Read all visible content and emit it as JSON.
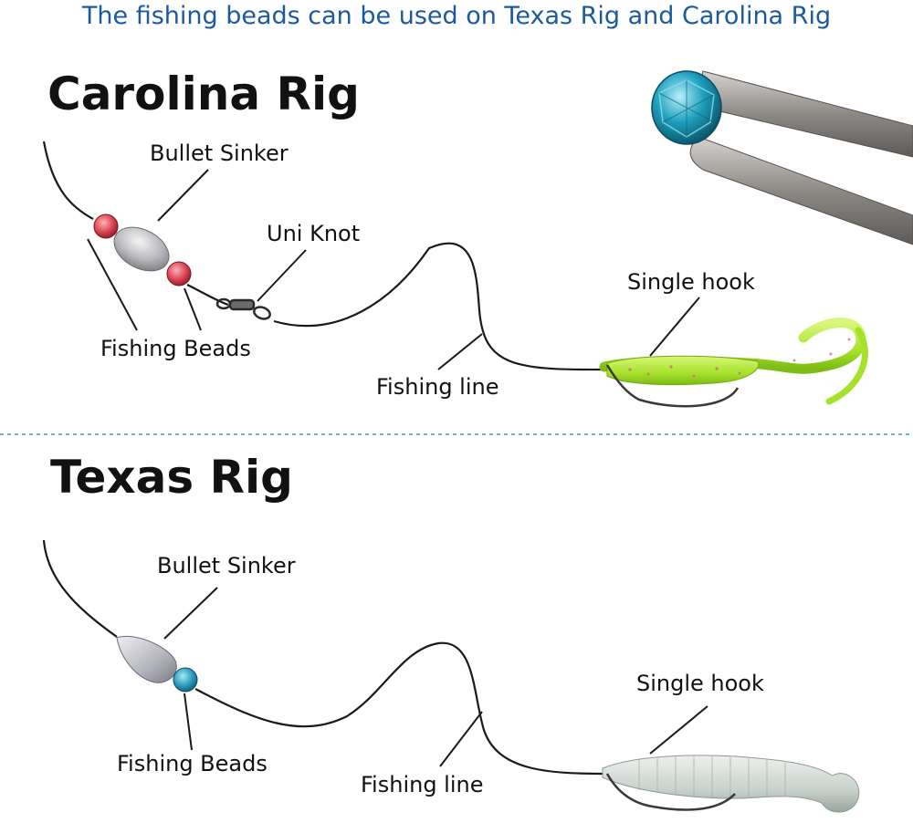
{
  "header": {
    "text": "The fishing beads can be used on Texas Rig and Carolina Rig"
  },
  "carolina": {
    "title": "Carolina Rig",
    "labels": {
      "bullet_sinker": "Bullet Sinker",
      "uni_knot": "Uni Knot",
      "single_hook": "Single hook",
      "fishing_beads": "Fishing Beads",
      "fishing_line": "Fishing line"
    },
    "bead_color": "#d8404e",
    "lure_color": "#a6e22a"
  },
  "texas": {
    "title": "Texas Rig",
    "labels": {
      "bullet_sinker": "Bullet Sinker",
      "single_hook": "Single hook",
      "fishing_beads": "Fishing Beads",
      "fishing_line": "Fishing line"
    },
    "bead_color": "#2f9fc0",
    "lure_color": "#c9d2cc"
  },
  "divider_color": "#3c9aa8",
  "header_color": "#1c5aa0"
}
